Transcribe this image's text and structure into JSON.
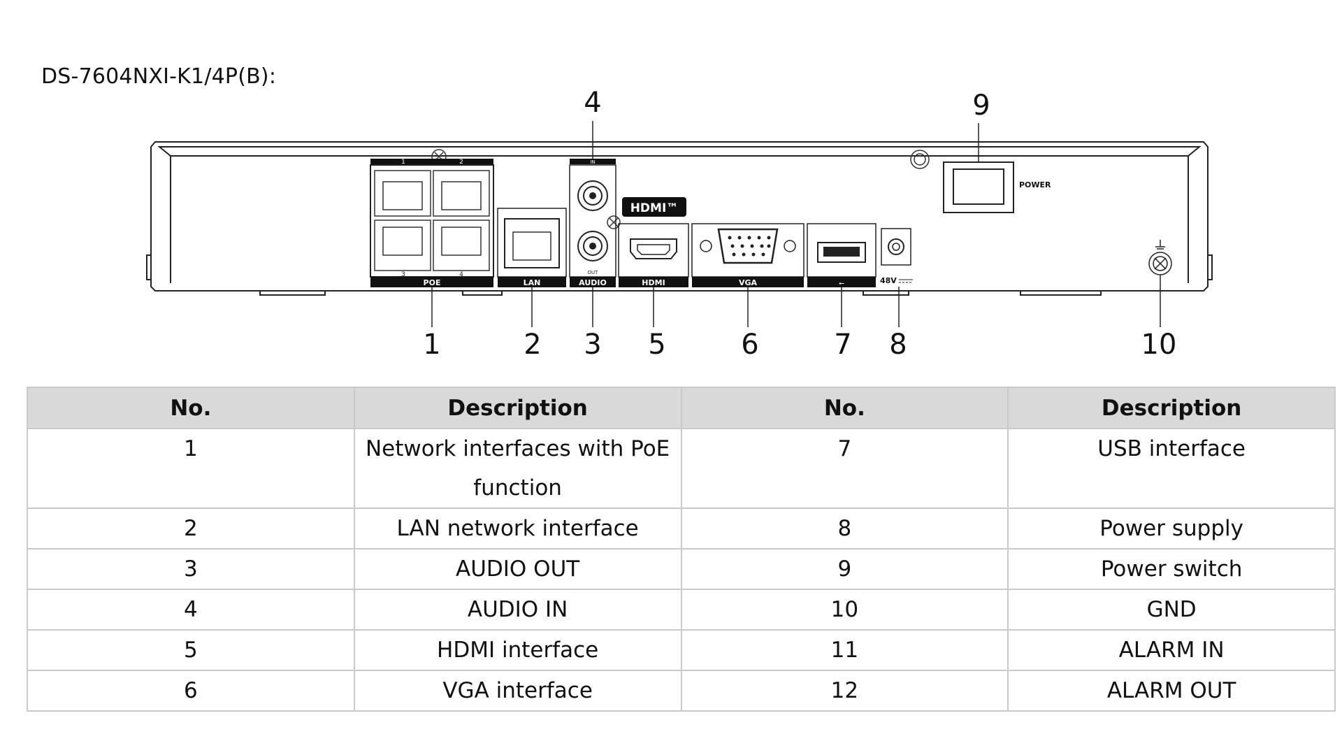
{
  "model_title": "DS-7604NXI-K1/4P(B):",
  "panel": {
    "port_labels": {
      "poe": "POE",
      "lan": "LAN",
      "audio": "AUDIO",
      "hdmi": "HDMI",
      "vga": "VGA",
      "usb": "⭠",
      "power_in": "48V",
      "power_switch": "POWER",
      "hdmi_logo": "HDMI™",
      "audio_in_small": "IN",
      "audio_out_small": "OUT",
      "poe_port_1": "1",
      "poe_port_2": "2",
      "poe_port_3": "3",
      "poe_port_4": "4"
    },
    "callouts": [
      "1",
      "2",
      "3",
      "4",
      "5",
      "6",
      "7",
      "8",
      "9",
      "10"
    ]
  },
  "table": {
    "headers": [
      "No.",
      "Description",
      "No.",
      "Description"
    ],
    "rows": [
      [
        "1",
        "Network interfaces with PoE function",
        "7",
        "USB interface"
      ],
      [
        "2",
        "LAN network interface",
        "8",
        "Power supply"
      ],
      [
        "3",
        "AUDIO OUT",
        "9",
        "Power switch"
      ],
      [
        "4",
        "AUDIO IN",
        "10",
        "GND"
      ],
      [
        "5",
        "HDMI interface",
        "11",
        "ALARM IN"
      ],
      [
        "6",
        "VGA interface",
        "12",
        "ALARM OUT"
      ]
    ]
  }
}
